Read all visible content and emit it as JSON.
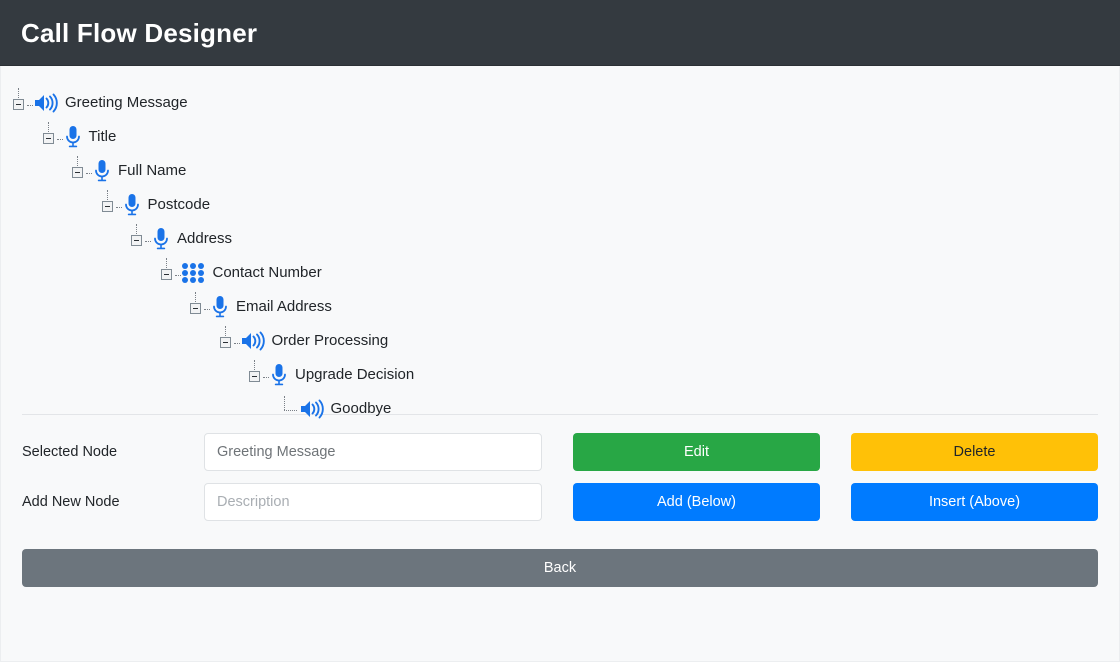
{
  "header": {
    "title": "Call Flow Designer",
    "background_color": "#343a40",
    "text_color": "#ffffff"
  },
  "tree": {
    "nodes": [
      {
        "label": "Greeting Message",
        "icon": "speaker-icon",
        "depth": 0,
        "leaf": false
      },
      {
        "label": "Title",
        "icon": "microphone-icon",
        "depth": 1,
        "leaf": false
      },
      {
        "label": "Full Name",
        "icon": "microphone-icon",
        "depth": 2,
        "leaf": false
      },
      {
        "label": "Postcode",
        "icon": "microphone-icon",
        "depth": 3,
        "leaf": false
      },
      {
        "label": "Address",
        "icon": "microphone-icon",
        "depth": 4,
        "leaf": false
      },
      {
        "label": "Contact Number",
        "icon": "keypad-icon",
        "depth": 5,
        "leaf": false
      },
      {
        "label": "Email Address",
        "icon": "microphone-icon",
        "depth": 6,
        "leaf": false
      },
      {
        "label": "Order Processing",
        "icon": "speaker-icon",
        "depth": 7,
        "leaf": false
      },
      {
        "label": "Upgrade Decision",
        "icon": "microphone-icon",
        "depth": 8,
        "leaf": false
      },
      {
        "label": "Goodbye",
        "icon": "speaker-icon",
        "depth": 9,
        "leaf": true
      }
    ],
    "icon_color": "#1a73e8"
  },
  "form": {
    "selected_node_label": "Selected Node",
    "selected_node_value": "Greeting Message",
    "add_new_node_label": "Add New Node",
    "add_new_node_value": "",
    "add_new_node_placeholder": "Description",
    "edit_button": "Edit",
    "delete_button": "Delete",
    "add_below_button": "Add (Below)",
    "insert_above_button": "Insert (Above)",
    "back_button": "Back",
    "colors": {
      "edit": "#28a745",
      "delete": "#ffc107",
      "add": "#007bff",
      "insert": "#007bff",
      "back": "#6c757d"
    }
  }
}
